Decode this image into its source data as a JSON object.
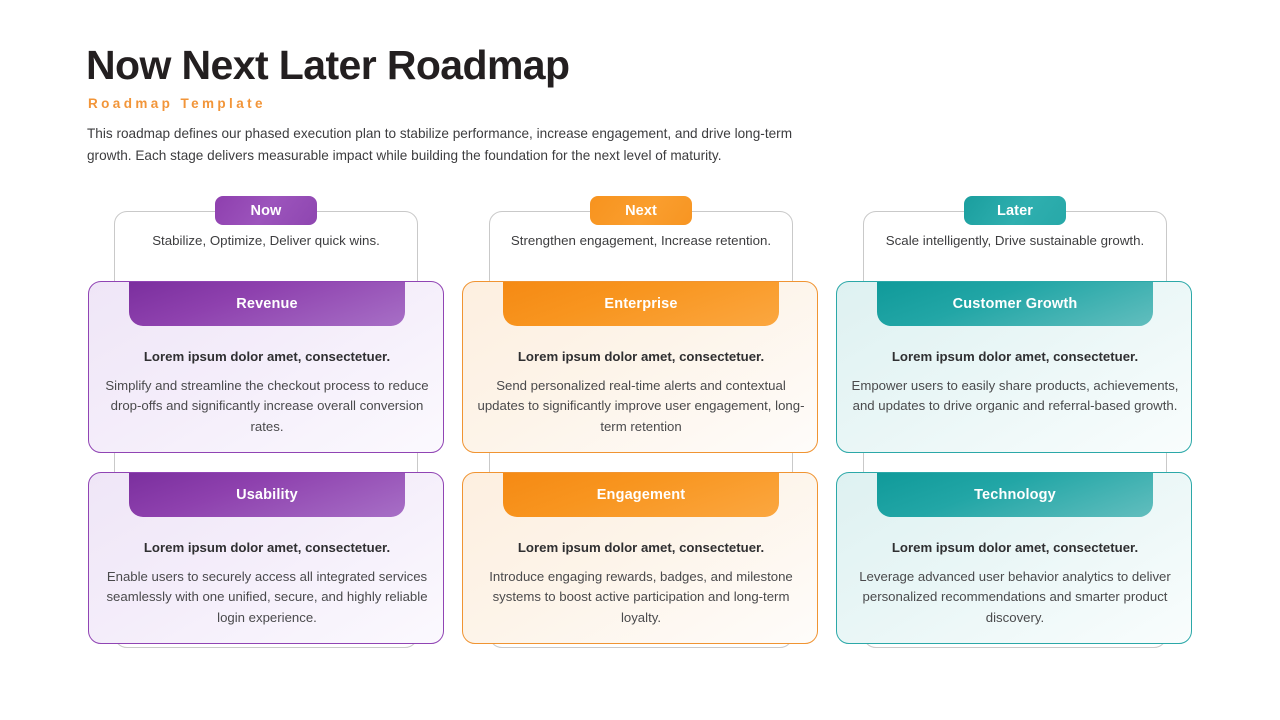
{
  "header": {
    "title": "Now Next Later Roadmap",
    "subtitle": "Roadmap Template",
    "description": "This roadmap defines our phased execution plan to stabilize performance, increase engagement, and drive long-term growth. Each stage delivers measurable impact while building the foundation for the next level of maturity.",
    "accent_color": "#F29539",
    "title_color": "#231f20"
  },
  "columns": [
    {
      "stage_label": "Now",
      "stage_caption": "Stabilize, Optimize, Deliver quick wins.",
      "accent_color": "#9044B4",
      "cards": [
        {
          "title": "Revenue",
          "lead": "Lorem ipsum dolor amet, consectetuer.",
          "body": "Simplify and streamline the checkout process to reduce drop-offs and significantly increase overall conversion rates."
        },
        {
          "title": "Usability",
          "lead": "Lorem ipsum dolor amet, consectetuer.",
          "body": "Enable users to securely access all integrated services seamlessly with one unified, secure, and highly reliable login experience."
        }
      ]
    },
    {
      "stage_label": "Next",
      "stage_caption": "Strengthen engagement, Increase retention.",
      "accent_color": "#F7931E",
      "cards": [
        {
          "title": "Enterprise",
          "lead": "Lorem ipsum dolor amet, consectetuer.",
          "body": "Send personalized real-time alerts and contextual updates to significantly improve user engagement, long-term retention"
        },
        {
          "title": "Engagement",
          "lead": "Lorem ipsum dolor amet, consectetuer.",
          "body": "Introduce engaging rewards, badges, and milestone systems to boost active participation and long-term loyalty."
        }
      ]
    },
    {
      "stage_label": "Later",
      "stage_caption": "Scale intelligently, Drive sustainable growth.",
      "accent_color": "#1A9E9E",
      "cards": [
        {
          "title": "Customer Growth",
          "lead": "Lorem ipsum dolor amet, consectetuer.",
          "body": "Empower users to easily share products, achievements, and updates to drive organic and referral-based growth."
        },
        {
          "title": "Technology",
          "lead": "Lorem ipsum dolor amet, consectetuer.",
          "body": "Leverage advanced user behavior analytics to deliver personalized recommendations and smarter product discovery."
        }
      ]
    }
  ]
}
